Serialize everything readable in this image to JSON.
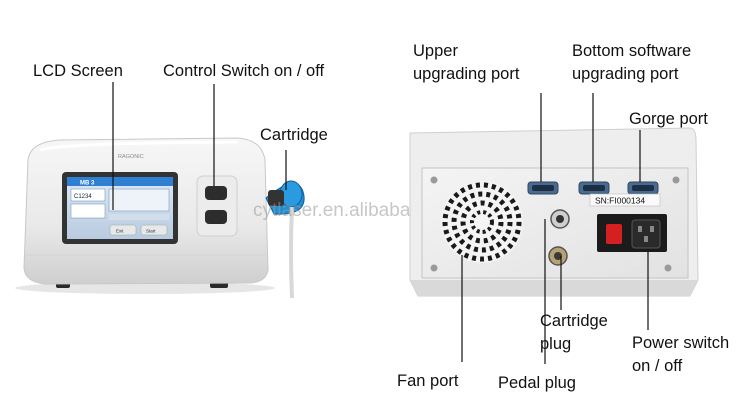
{
  "labels": {
    "lcd_screen": "LCD  Screen",
    "control_switch": "Control Switch  on / off",
    "cartridge": "Cartridge",
    "upper_port": "Upper\nupgrading  port",
    "bottom_port": "Bottom software\nupgrading port",
    "gorge_port": "Gorge port",
    "fan_port": "Fan port",
    "pedal_plug": "Pedal plug",
    "cartridge_plug": "Cartridge\nplug",
    "power_switch": "Power switch\non / off"
  },
  "device": {
    "brand": "RAGONIC",
    "screen_title": "MB 3",
    "screen_value": "C1234",
    "screen_button_left": "Exit",
    "screen_button_right": "Start",
    "serial_number": "SN:FI000134",
    "watermark": "cytlaser.en.alibaba.com"
  },
  "colors": {
    "cartridge_accent": "#1f8fd6",
    "power_switch": "#d42020",
    "screen_blue": "#2f7fd2"
  }
}
